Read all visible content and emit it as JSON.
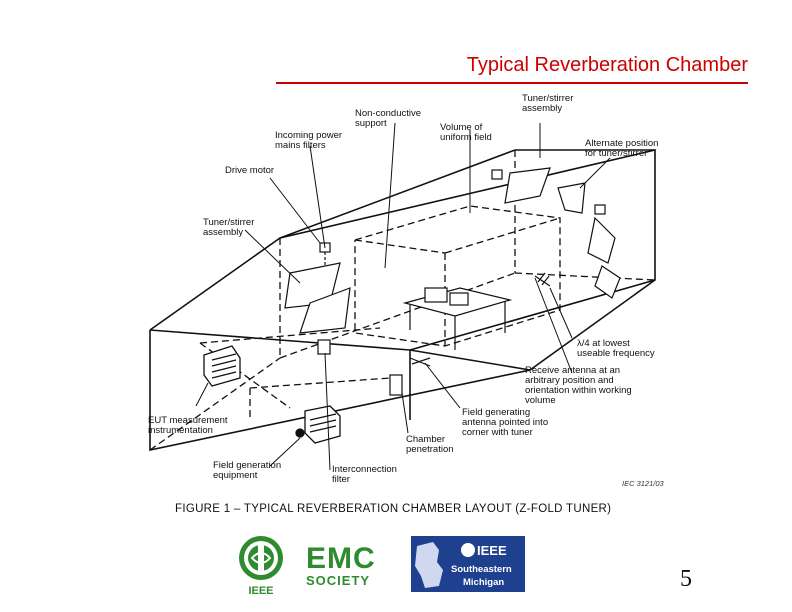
{
  "slide": {
    "title": "Typical Reverberation Chamber",
    "page_number": "5",
    "title_color": "#cc0000"
  },
  "figure": {
    "labels": {
      "non_conductive_support": [
        "Non-conductive",
        "support"
      ],
      "tuner_stirrer_top": [
        "Tuner/stirrer",
        "assembly"
      ],
      "incoming_power": [
        "Incoming power",
        "mains filters"
      ],
      "volume_field": [
        "Volume of",
        "uniform field"
      ],
      "alternate_position": [
        "Alternate position",
        "for tuner/stirrer"
      ],
      "drive_motor": [
        "Drive motor"
      ],
      "tuner_stirrer_left": [
        "Tuner/stirrer",
        "assembly"
      ],
      "lambda_lowest": [
        "λ/4 at lowest",
        "useable frequency"
      ],
      "receive_antenna": [
        "Receive antenna at an",
        "arbitrary position and",
        "orientation within working",
        "volume"
      ],
      "eut_instrumentation": [
        "EUT measurement",
        "instrumentation"
      ],
      "field_generating_antenna": [
        "Field generating",
        "antenna pointed into",
        "corner with tuner"
      ],
      "chamber_penetration": [
        "Chamber",
        "penetration"
      ],
      "field_generation_equipment": [
        "Field generation",
        "equipment"
      ],
      "interconnection_filter": [
        "Interconnection",
        "filter"
      ]
    },
    "reference": "IEC 3121/03",
    "caption": "FIGURE 1 – TYPICAL REVERBERATION CHAMBER LAYOUT (Z-FOLD TUNER)"
  },
  "logos": {
    "ieee_left": {
      "text": "IEEE",
      "color": "#2e8b2e"
    },
    "emc_society": {
      "line1": "EMC",
      "line2": "SOCIETY",
      "color": "#2e8b2e"
    },
    "ieee_se_michigan": {
      "brand": "IEEE",
      "line1": "Southeastern",
      "line2": "Michigan",
      "bg": "#1f3f8f"
    }
  }
}
